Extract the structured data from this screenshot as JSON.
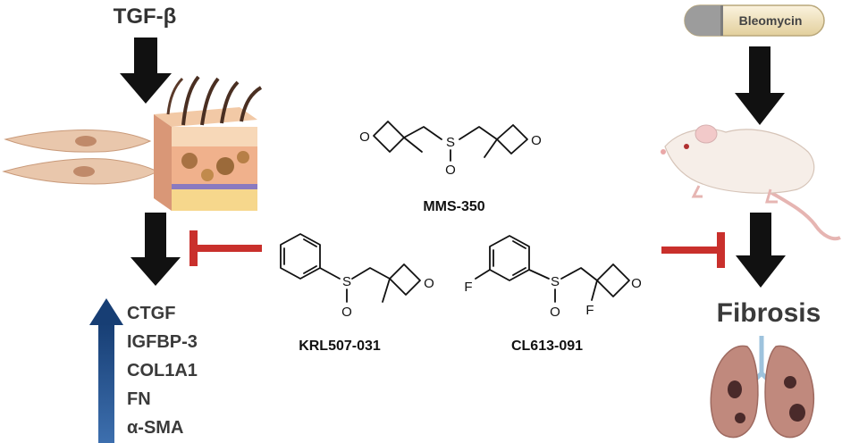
{
  "inputs": {
    "tgf_label": "TGF-β",
    "bleomycin_label": "Bleomycin"
  },
  "compounds": {
    "mms": "MMS-350",
    "krl": "KRL507-031",
    "cl": "CL613-091"
  },
  "atoms": {
    "oxygen": "O",
    "sulfur": "S",
    "fluorine": "F"
  },
  "outcome": {
    "fibrosis_label": "Fibrosis"
  },
  "markers": [
    "CTGF",
    "IGFBP-3",
    "COL1A1",
    "FN",
    "α-SMA"
  ],
  "colors": {
    "arrow": "#111111",
    "inhibitor": "#c9302c",
    "up_arrow": "#1f4e8c",
    "skin": "#e9b48c",
    "mouse": "#f4ece6",
    "lung": "#b88479"
  },
  "icons": [
    "fibroblast-cells-icon",
    "skin-tissue-icon",
    "bleomycin-capsule-icon",
    "mouse-icon",
    "lungs-icon"
  ]
}
